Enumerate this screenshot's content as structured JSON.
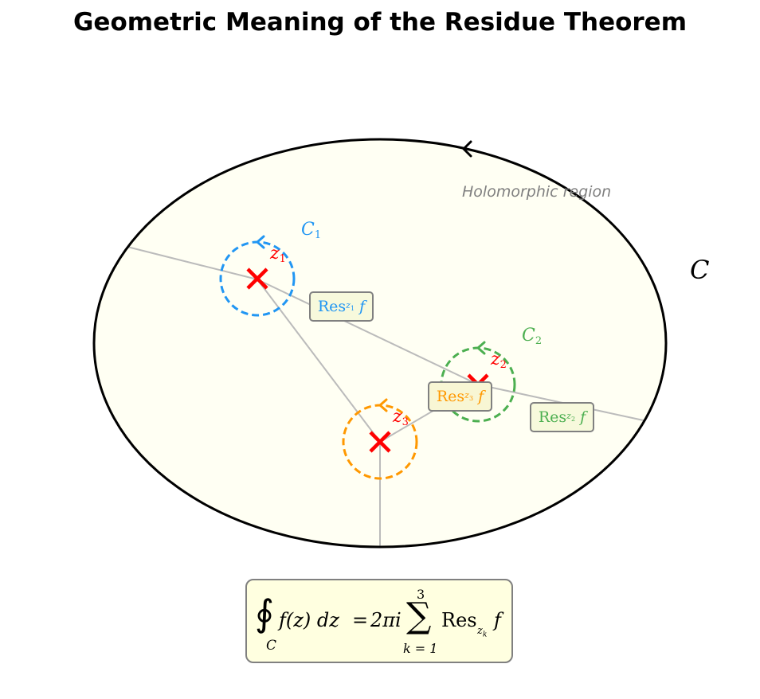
{
  "title": "Geometric Meaning of the Residue Theorem",
  "region_label": "Holomorphic region",
  "contour_label": "C",
  "colors": {
    "contour": "#000000",
    "region_fill": "#fffff3",
    "pole": "#ff0000",
    "connector": "#bbbbbb",
    "c1": "#2196f3",
    "c2": "#4caf50",
    "c3": "#ff9800",
    "box_fill": "#ffffe0",
    "box_border": "#808080"
  },
  "poles": [
    {
      "id": "z1",
      "pole_label": "z",
      "pole_sub": "1",
      "circle_label": "C",
      "circle_sub": "1",
      "res_label": "Res",
      "res_sub": "z1",
      "res_fn": "f",
      "color_key": "c1",
      "show_circle_label": true
    },
    {
      "id": "z2",
      "pole_label": "z",
      "pole_sub": "2",
      "circle_label": "C",
      "circle_sub": "2",
      "res_label": "Res",
      "res_sub": "z2",
      "res_fn": "f",
      "color_key": "c2",
      "show_circle_label": true
    },
    {
      "id": "z3",
      "pole_label": "z",
      "pole_sub": "3",
      "res_label": "Res",
      "res_sub": "z3",
      "res_fn": "f",
      "color_key": "c3",
      "show_circle_label": false
    }
  ],
  "formula": {
    "integral": "∮",
    "integral_sub": "C",
    "lhs": "f(z) dz",
    "equals": "=",
    "coef": "2πi",
    "sum": "∑",
    "sum_top": "3",
    "sum_bottom": "k = 1",
    "res": "Res",
    "res_sub": "z",
    "res_sub_index": "k",
    "res_fn": "f"
  }
}
